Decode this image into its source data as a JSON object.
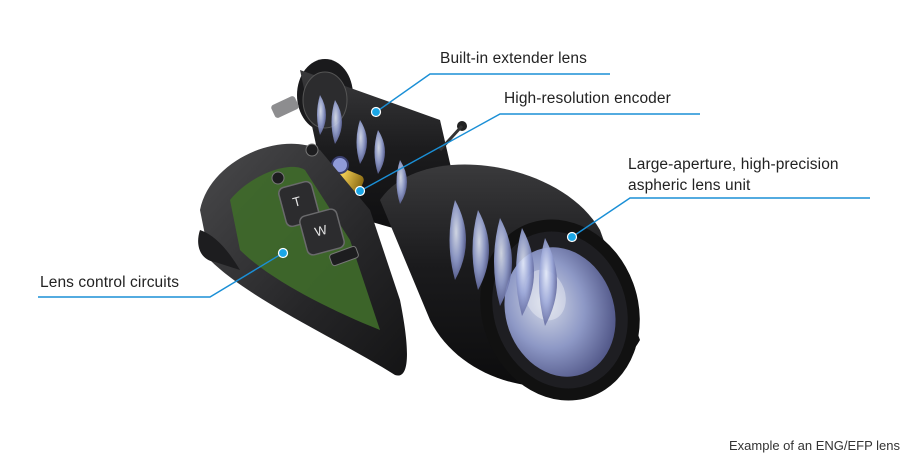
{
  "callouts": [
    {
      "id": "extender",
      "text": "Built-in extender lens"
    },
    {
      "id": "encoder",
      "text": "High-resolution encoder"
    },
    {
      "id": "aspheric",
      "line1": "Large-aperture, high-precision",
      "line2": "aspheric lens unit"
    },
    {
      "id": "circuits",
      "text": "Lens control circuits"
    }
  ],
  "caption": "Example of an ENG/EFP lens",
  "lens_buttons": {
    "tele": "T",
    "wide": "W"
  },
  "colors": {
    "callout_line": "#1a8fd6",
    "dot": "#1aa6e6",
    "pcb": "#3f6b2a",
    "body": "#2a2a2c"
  }
}
